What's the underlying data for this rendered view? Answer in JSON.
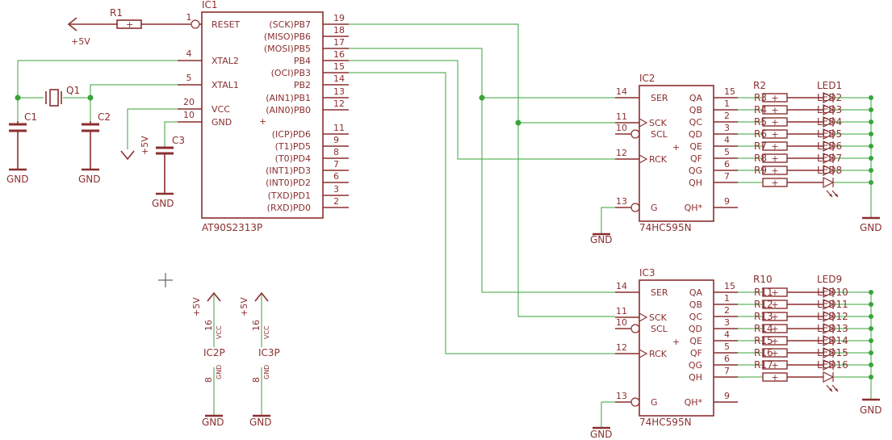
{
  "labels": {
    "ic1_name": "IC1",
    "ic1_part": "AT90S2313P",
    "ic2_name": "IC2",
    "ic2_part": "74HC595N",
    "ic3_name": "IC3",
    "ic3_part": "74HC595N",
    "r1": "R1",
    "r2": "R2",
    "r10": "R10",
    "q1": "Q1",
    "c1": "C1",
    "c2": "C2",
    "c3": "C3",
    "led1": "LED1",
    "led9": "LED9",
    "ic2p": "IC2P",
    "ic3p": "IC3P",
    "vcc": "VCC",
    "gnd": "GND",
    "plus5v": "+5V"
  },
  "ic1_left_pins": [
    {
      "num": "1",
      "name": "RESET"
    },
    {
      "num": "4",
      "name": "XTAL2"
    },
    {
      "num": "5",
      "name": "XTAL1"
    },
    {
      "num": "20",
      "name": "VCC"
    },
    {
      "num": "10",
      "name": "GND"
    }
  ],
  "ic1_right_pins": [
    {
      "num": "19",
      "name": "(SCK)PB7"
    },
    {
      "num": "18",
      "name": "(MISO)PB6"
    },
    {
      "num": "17",
      "name": "(MOSI)PB5"
    },
    {
      "num": "16",
      "name": "PB4"
    },
    {
      "num": "15",
      "name": "(OCI)PB3"
    },
    {
      "num": "14",
      "name": "PB2"
    },
    {
      "num": "13",
      "name": "(AIN1)PB1"
    },
    {
      "num": "12",
      "name": "(AIN0)PB0"
    },
    {
      "num": "11",
      "name": "(ICP)PD6"
    },
    {
      "num": "9",
      "name": "(T1)PD5"
    },
    {
      "num": "8",
      "name": "(T0)PD4"
    },
    {
      "num": "7",
      "name": "(INT1)PD3"
    },
    {
      "num": "6",
      "name": "(INT0)PD2"
    },
    {
      "num": "3",
      "name": "(TXD)PD1"
    },
    {
      "num": "2",
      "name": "(RXD)PD0"
    }
  ],
  "sr_left_pins": [
    {
      "num": "14",
      "name": "SER"
    },
    {
      "num": "11",
      "name": "SCK"
    },
    {
      "num": "10",
      "name": "SCL"
    },
    {
      "num": "12",
      "name": "RCK"
    },
    {
      "num": "13",
      "name": "G"
    }
  ],
  "sr_right_pins": [
    {
      "num": "15",
      "name": "QA"
    },
    {
      "num": "1",
      "name": "QB"
    },
    {
      "num": "2",
      "name": "QC"
    },
    {
      "num": "3",
      "name": "QD"
    },
    {
      "num": "4",
      "name": "QE"
    },
    {
      "num": "5",
      "name": "QF"
    },
    {
      "num": "6",
      "name": "QG"
    },
    {
      "num": "7",
      "name": "QH"
    }
  ],
  "sr_qh_pin": {
    "num": "9",
    "name": "QH*"
  },
  "bank1": {
    "resistors": [
      "R3",
      "R4",
      "R5",
      "R6",
      "R7",
      "R8",
      "R9"
    ],
    "leds": [
      "LED2",
      "LED3",
      "LED4",
      "LED5",
      "LED6",
      "LED7",
      "LED8"
    ]
  },
  "bank2": {
    "resistors": [
      "R11",
      "R12",
      "R13",
      "R14",
      "R15",
      "R16",
      "R17"
    ],
    "leds": [
      "LED10",
      "LED11",
      "LED12",
      "LED13",
      "LED14",
      "LED15",
      "LED16"
    ]
  },
  "power_pins": {
    "vcc_num": "16",
    "gnd_num": "8"
  }
}
